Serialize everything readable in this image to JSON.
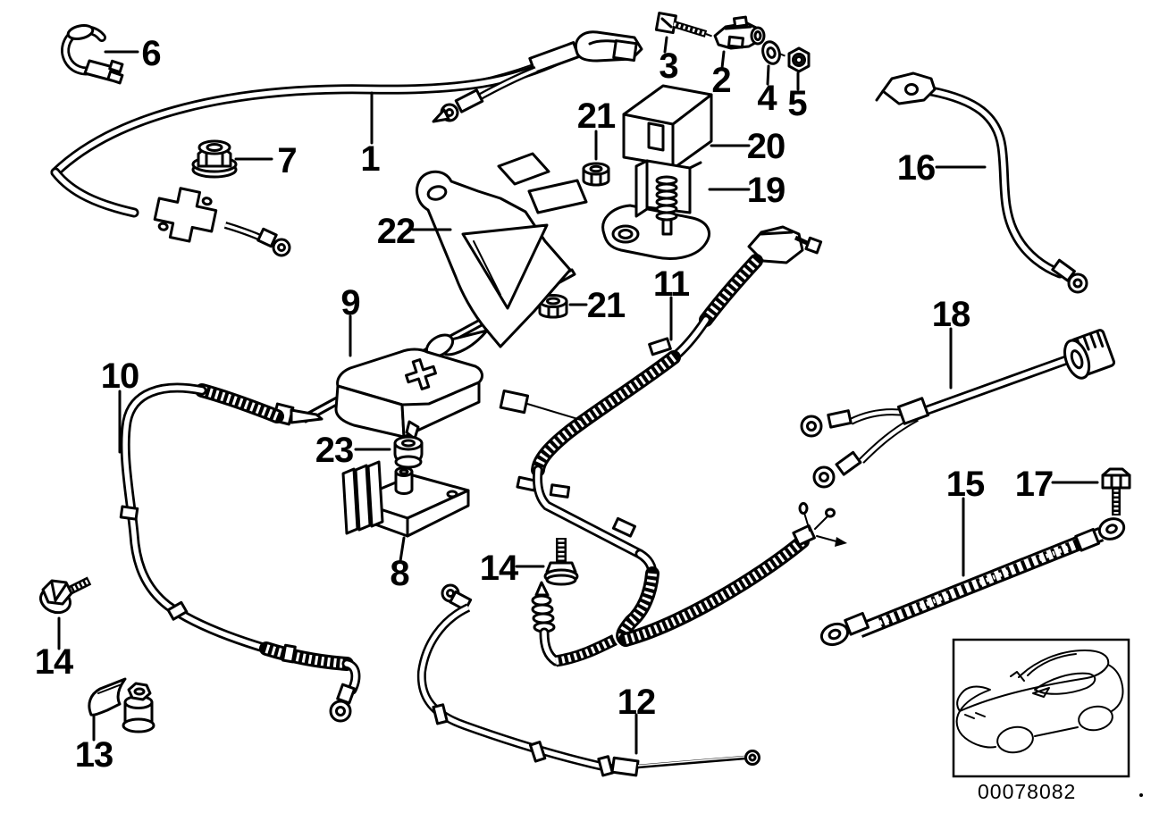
{
  "diagram": {
    "doc_number": "00078082",
    "colors": {
      "line": "#000000",
      "background": "#ffffff"
    },
    "callouts": [
      {
        "id": "callout-6",
        "label": "6"
      },
      {
        "id": "callout-1",
        "label": "1"
      },
      {
        "id": "callout-7",
        "label": "7"
      },
      {
        "id": "callout-3",
        "label": "3"
      },
      {
        "id": "callout-2",
        "label": "2"
      },
      {
        "id": "callout-4",
        "label": "4"
      },
      {
        "id": "callout-5",
        "label": "5"
      },
      {
        "id": "callout-21-top",
        "label": "21"
      },
      {
        "id": "callout-20",
        "label": "20"
      },
      {
        "id": "callout-19",
        "label": "19"
      },
      {
        "id": "callout-22",
        "label": "22"
      },
      {
        "id": "callout-16",
        "label": "16"
      },
      {
        "id": "callout-9",
        "label": "9"
      },
      {
        "id": "callout-11",
        "label": "11"
      },
      {
        "id": "callout-21-mid",
        "label": "21"
      },
      {
        "id": "callout-10",
        "label": "10"
      },
      {
        "id": "callout-23",
        "label": "23"
      },
      {
        "id": "callout-18",
        "label": "18"
      },
      {
        "id": "callout-8",
        "label": "8"
      },
      {
        "id": "callout-14-center",
        "label": "14"
      },
      {
        "id": "callout-12",
        "label": "12"
      },
      {
        "id": "callout-14-left",
        "label": "14"
      },
      {
        "id": "callout-13",
        "label": "13"
      },
      {
        "id": "callout-15",
        "label": "15"
      },
      {
        "id": "callout-17",
        "label": "17"
      }
    ]
  }
}
